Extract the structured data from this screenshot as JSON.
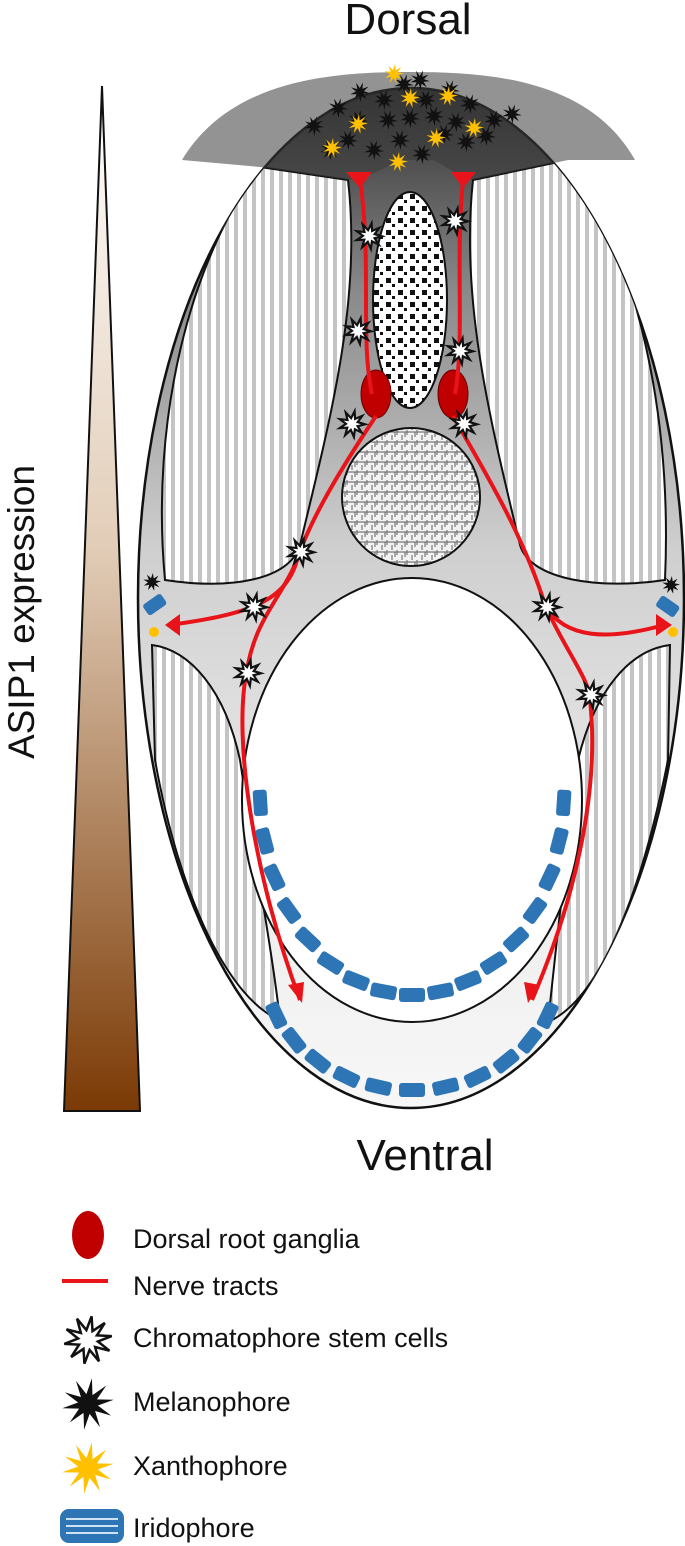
{
  "labels": {
    "top": "Dorsal",
    "bottom": "Ventral",
    "gradient": "ASIP1 expression"
  },
  "legend": [
    {
      "icon": "drg-icon",
      "label": "Dorsal root ganglia"
    },
    {
      "icon": "nerve-tract-icon",
      "label": "Nerve tracts"
    },
    {
      "icon": "stem-cell-icon",
      "label": "Chromatophore stem cells"
    },
    {
      "icon": "melanophore-icon",
      "label": "Melanophore"
    },
    {
      "icon": "xanthophore-icon",
      "label": "Xanthophore"
    },
    {
      "icon": "iridophore-icon",
      "label": "Iridophore"
    }
  ],
  "colors": {
    "nerve": "#e8141a",
    "drg": "#c00000",
    "melanophore": "#111111",
    "xanthophore": "#ffc000",
    "iridophore": "#2e75b6",
    "gradient_top": "#ffffff",
    "gradient_bottom": "#7b3a05",
    "dorsal_dark": "#3a3a3a"
  }
}
